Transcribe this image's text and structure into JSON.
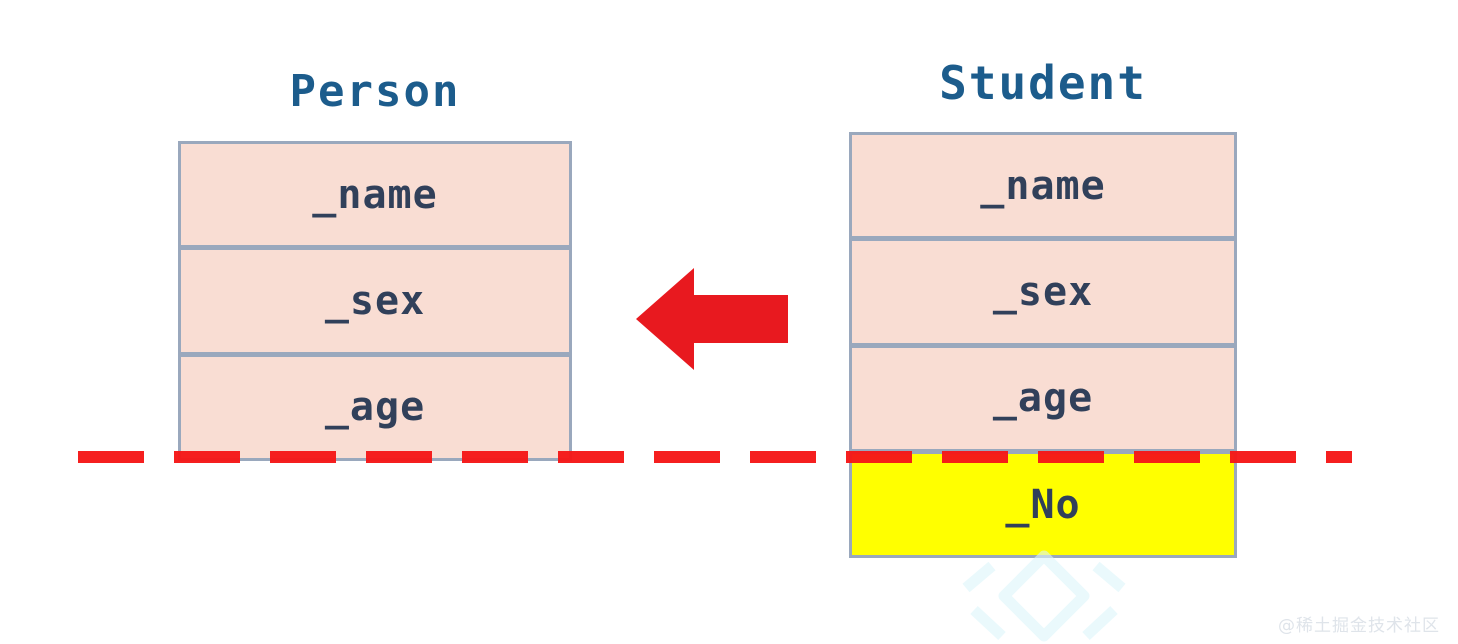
{
  "diagram": {
    "type": "class-inheritance-diagram",
    "background_color": "#ffffff",
    "classes": [
      {
        "name": "Person",
        "title": "Person",
        "title_color": "#1c5c8c",
        "fields": [
          {
            "label": "_name",
            "fill": "#f9ddd3",
            "highlight": false
          },
          {
            "label": "_sex",
            "fill": "#f9ddd3",
            "highlight": false
          },
          {
            "label": "_age",
            "fill": "#f9ddd3",
            "highlight": false
          }
        ]
      },
      {
        "name": "Student",
        "title": "Student",
        "title_color": "#1c5c8c",
        "fields": [
          {
            "label": "_name",
            "fill": "#f9ddd3",
            "highlight": false
          },
          {
            "label": "_sex",
            "fill": "#f9ddd3",
            "highlight": false
          },
          {
            "label": "_age",
            "fill": "#f9ddd3",
            "highlight": false
          },
          {
            "label": "_No",
            "fill": "#ffff00",
            "highlight": true
          }
        ]
      }
    ],
    "arrow": {
      "direction": "left",
      "color": "#e8191f",
      "meaning": "Student inherits from Person"
    },
    "divider": {
      "style": "dashed",
      "color": "#f51818",
      "orientation": "horizontal"
    },
    "colors": {
      "field_fill": "#f9ddd3",
      "field_border": "#9aa8bd",
      "field_text": "#31405a",
      "title_text": "#1c5c8c",
      "highlight_fill": "#ffff00",
      "arrow_red": "#e8191f",
      "dash_red": "#f51818"
    }
  },
  "watermark": {
    "text": "@稀土掘金技术社区",
    "color": "#dfe4ea",
    "logo_color": "#ddf6fb"
  }
}
